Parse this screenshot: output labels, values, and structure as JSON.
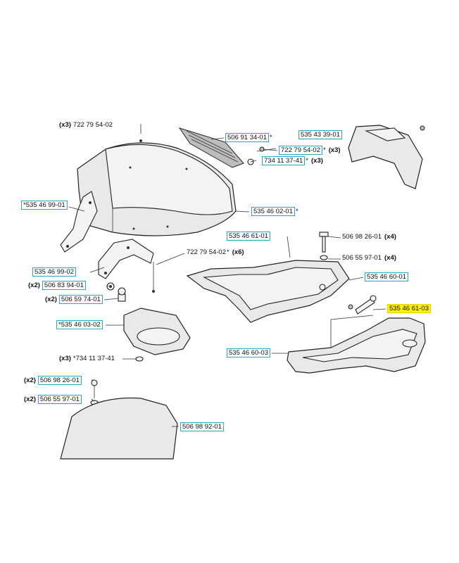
{
  "callouts": {
    "top_left_partial": {
      "qty": "(x3)",
      "num": "722 79 54-02"
    },
    "c_50691": {
      "num": "506 91 34-01",
      "suffix": "*"
    },
    "c_53543": {
      "num": "535 43 39-01"
    },
    "c_72279_x3": {
      "num": "722 79 54-02",
      "suffix": "*",
      "qty": "(x3)"
    },
    "c_73411_x3": {
      "num": "734 11 37-41",
      "suffix": "*",
      "qty": "(x3)"
    },
    "c_53546_9901": {
      "num": "*535 46 99-01"
    },
    "c_53546_0201": {
      "num": "535 46 02-01",
      "suffix": "*"
    },
    "c_53546_6101": {
      "num": "535 46 61-01"
    },
    "c_50698_x4": {
      "num": "506 98 26-01",
      "qty": "(x4)"
    },
    "c_50655_x4": {
      "num": "506 55 97-01",
      "qty": "(x4)"
    },
    "c_72279_x6": {
      "num": "722 79 54-02",
      "suffix": "*",
      "qty": "(x6)"
    },
    "c_53546_9902": {
      "num": "535 46 99-02"
    },
    "c_53546_6001": {
      "num": "535 46 60-01"
    },
    "c_50683": {
      "qty": "(x2)",
      "num": "506 83 94-01"
    },
    "c_53546_6103": {
      "num": "535 46 61-03"
    },
    "c_50659": {
      "qty": "(x2)",
      "num": "506 59 74-01"
    },
    "c_53546_0302": {
      "num": "*535 46 03-02"
    },
    "c_53546_6003": {
      "num": "535 46 60-03"
    },
    "c_73411_x3b": {
      "qty": "(x3)",
      "num": "*734 11 37-41"
    },
    "c_50698_x2": {
      "qty": "(x2)",
      "num": "506 98 26-01"
    },
    "c_50655_x2": {
      "qty": "(x2)",
      "num": "506 55 97-01"
    },
    "c_50698_9201": {
      "num": "506 98 92-01"
    }
  },
  "colors": {
    "callout_border": "#29a9c8",
    "highlight": "#fff200"
  }
}
